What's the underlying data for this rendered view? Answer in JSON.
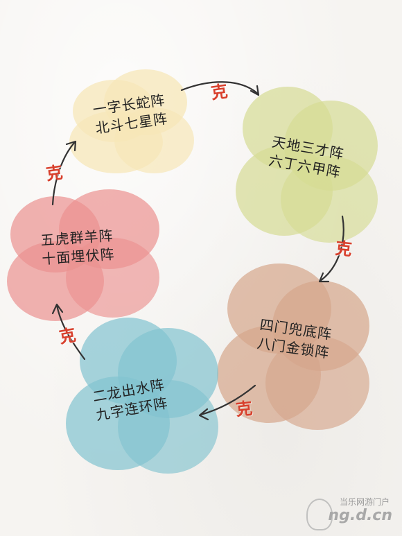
{
  "colors": {
    "yellow": "#f7e7b8",
    "green": "#d9de9c",
    "brown": "#ddb39d",
    "blue": "#8ec9d4",
    "red": "#ec9a98",
    "ke": "#d8402d",
    "arrow": "#333333"
  },
  "nodes": {
    "yellow": {
      "line1": "一字长蛇阵",
      "line2": "北斗七星阵"
    },
    "green": {
      "line1": "天地三才阵",
      "line2": "六丁六甲阵"
    },
    "brown": {
      "line1": "四门兜底阵",
      "line2": "八门金锁阵"
    },
    "blue": {
      "line1": "二龙出水阵",
      "line2": "九字连环阵"
    },
    "red": {
      "line1": "五虎群羊阵",
      "line2": "十面埋伏阵"
    }
  },
  "relations": {
    "top": "克",
    "right": "克",
    "bottom": "克",
    "left_low": "克",
    "left_high": "克"
  },
  "watermark": {
    "line1": "当乐网游门户",
    "line2": "ng.d.cn",
    "logo_icon": "music-note-icon"
  }
}
